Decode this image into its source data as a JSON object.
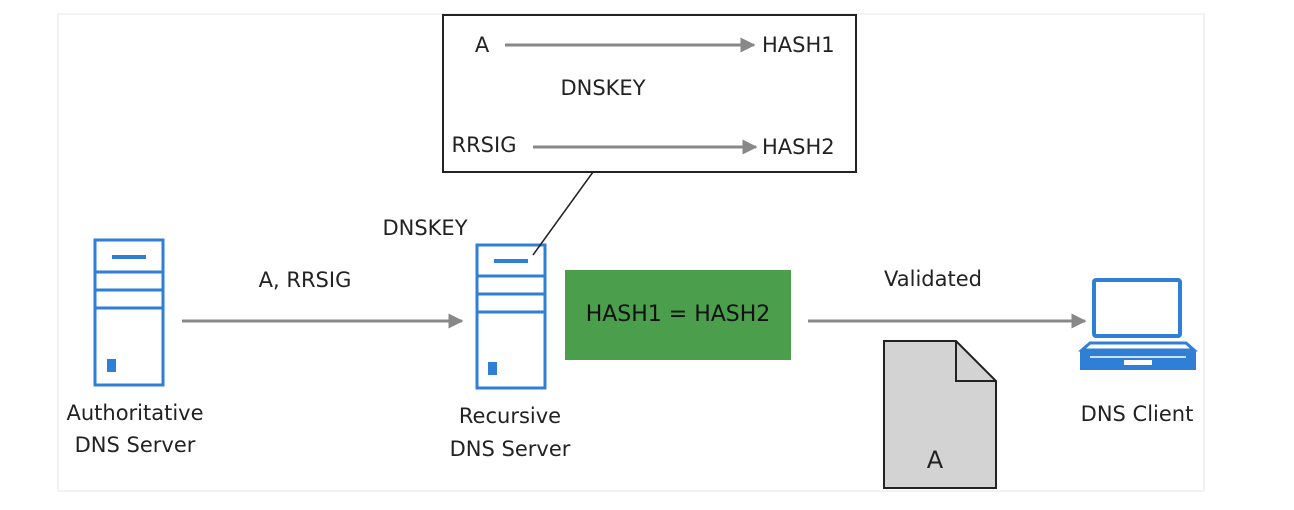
{
  "diagram": {
    "nodes": {
      "authoritative": {
        "line1": "Authoritative",
        "line2": "DNS Server"
      },
      "recursive": {
        "line1": "Recursive",
        "line2": "DNS Server"
      },
      "client": {
        "label": "DNS Client"
      }
    },
    "edges": {
      "auth_to_recursive": "A, RRSIG",
      "recursive_to_client": "Validated"
    },
    "dnskey_label": "DNSKEY",
    "callout": {
      "row1_left": "A",
      "row1_right": "HASH1",
      "middle": "DNSKEY",
      "row2_left": "RRSIG",
      "row2_right": "HASH2"
    },
    "validation": {
      "text": "HASH1 = HASH2",
      "color": "#4a9e4c"
    },
    "document": {
      "label": "A"
    },
    "colors": {
      "server_blue": "#2f7fd6",
      "arrow_gray": "#888888",
      "doc_fill": "#d3d3d3"
    }
  }
}
